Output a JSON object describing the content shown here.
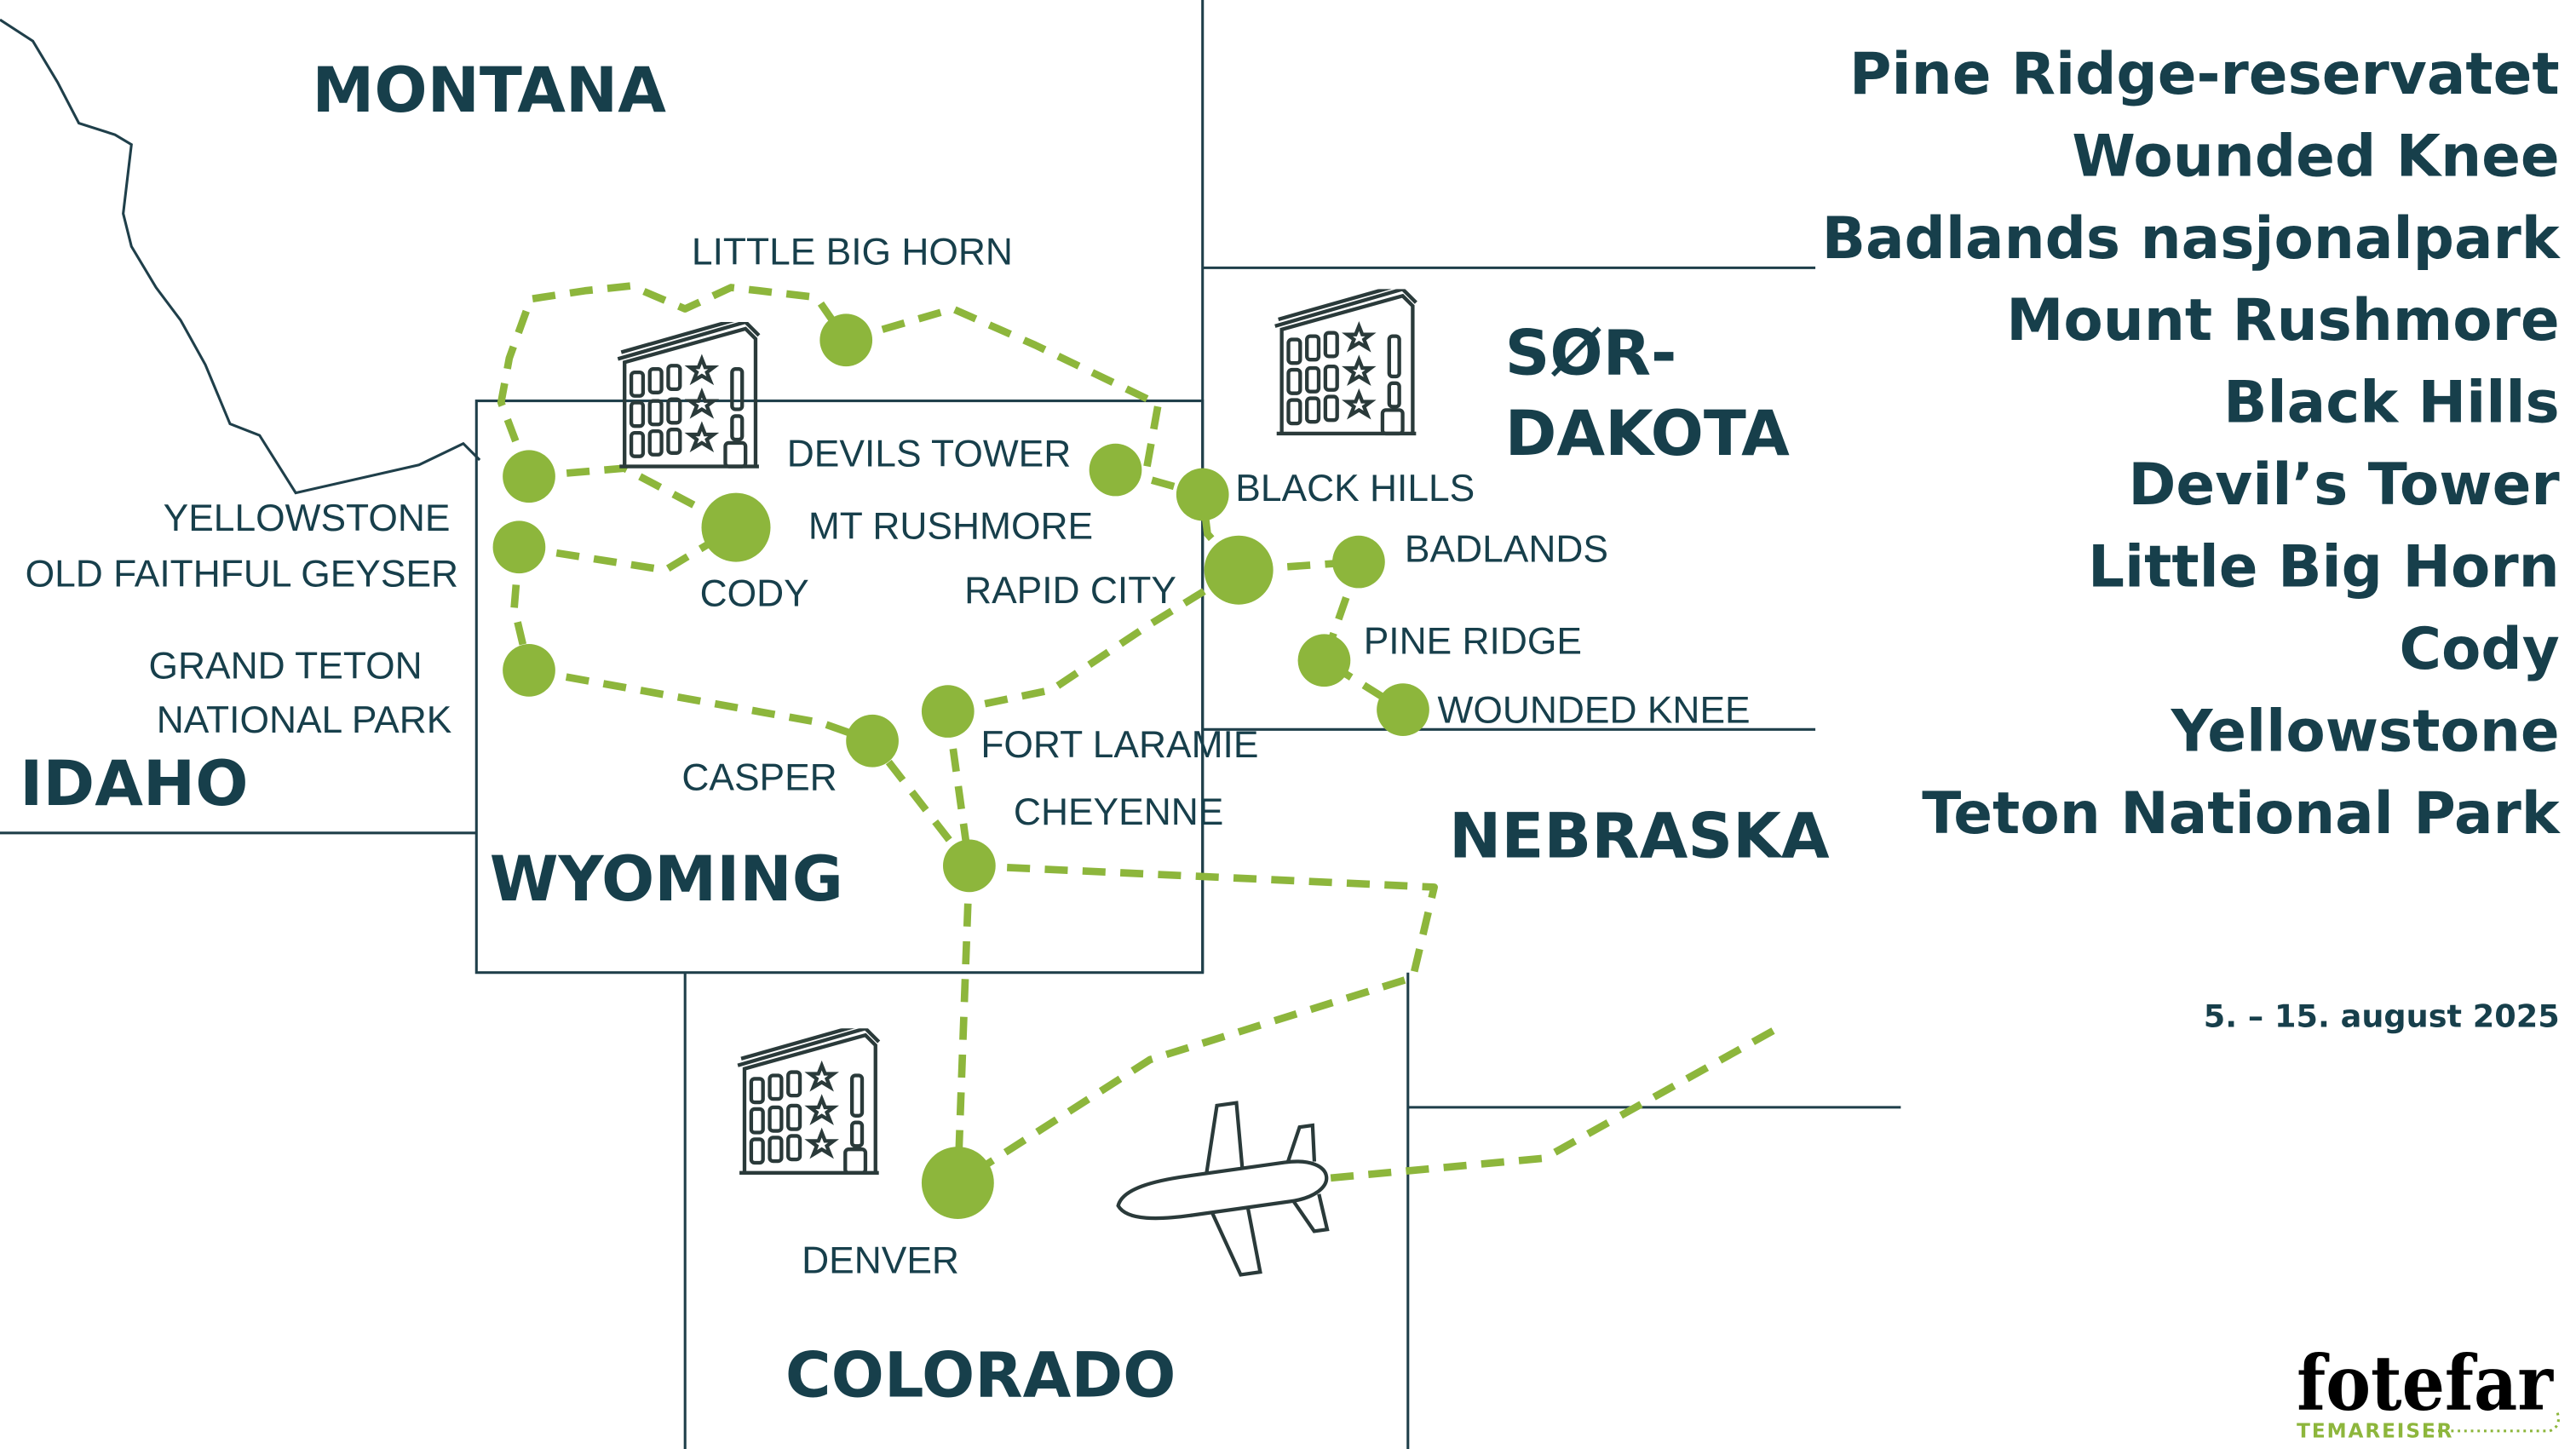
{
  "states": {
    "montana": "MONTANA",
    "idaho": "IDAHO",
    "wyoming": "WYOMING",
    "south_dakota_1": "SØR-",
    "south_dakota_2": "DAKOTA",
    "nebraska": "NEBRASKA",
    "colorado": "COLORADO"
  },
  "places": {
    "little_big_horn": "LITTLE BIG HORN",
    "devils_tower": "DEVILS TOWER",
    "black_hills": "BLACK HILLS",
    "mt_rushmore": "MT RUSHMORE",
    "badlands": "BADLANDS",
    "rapid_city": "RAPID CITY",
    "pine_ridge": "PINE RIDGE",
    "wounded_knee": "WOUNDED KNEE",
    "yellowstone": "YELLOWSTONE",
    "old_faithful": "OLD FAITHFUL GEYSER",
    "cody": "CODY",
    "grand_teton_1": "GRAND TETON",
    "grand_teton_2": "NATIONAL PARK",
    "casper": "CASPER",
    "fort_laramie": "FORT LARAMIE",
    "cheyenne": "CHEYENNE",
    "denver": "DENVER"
  },
  "itinerary": [
    "Pine Ridge-reservatet",
    "Wounded Knee",
    "Badlands nasjonalpark",
    "Mount Rushmore",
    "Black Hills",
    "Devil’s Tower",
    "Little Big Horn",
    "Cody",
    "Yellowstone",
    "Teton National Park"
  ],
  "date": "5. – 15. august 2025",
  "logo": {
    "name": "fotefar",
    "sub": "TEMAREISER"
  },
  "colors": {
    "route": "#8db63c",
    "text": "#173f4b"
  },
  "icons": [
    "hotel-icon",
    "airplane-icon"
  ]
}
